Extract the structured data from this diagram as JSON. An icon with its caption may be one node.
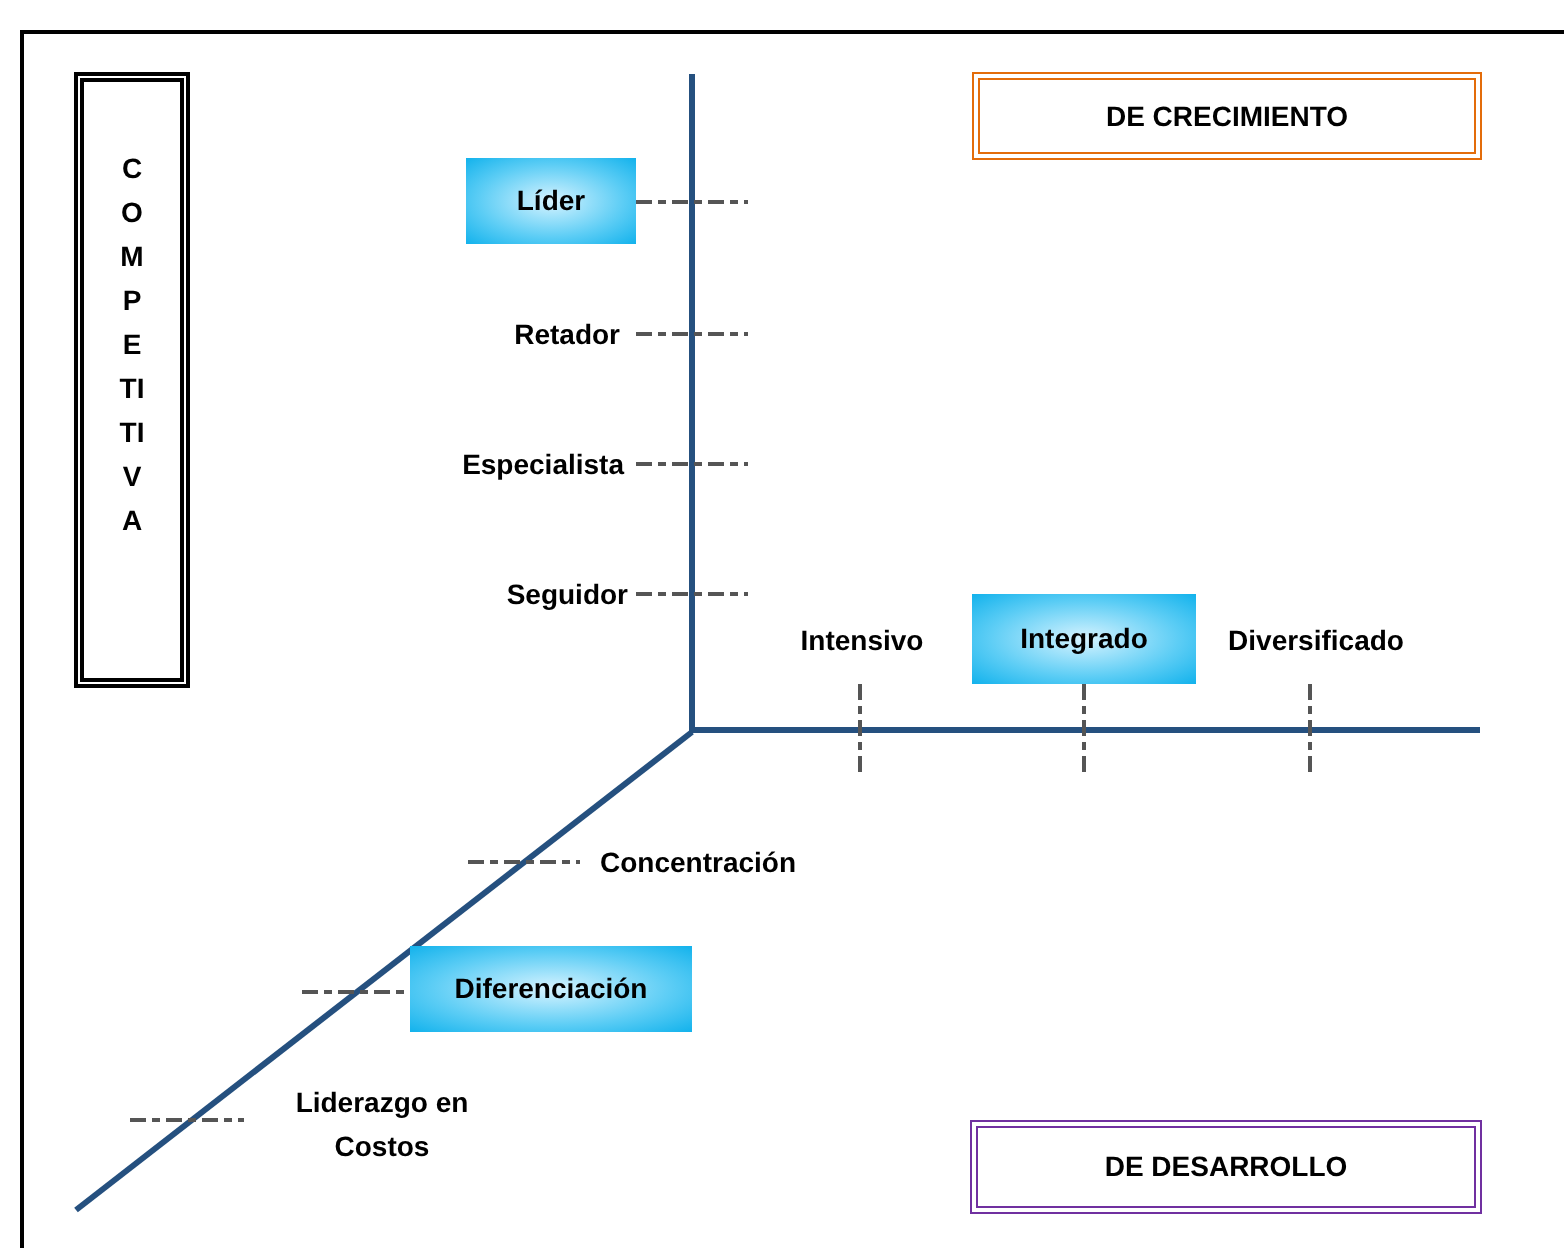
{
  "diagram": {
    "nodes": [
      {
        "text": [
          "COMPETITIVA"
        ]
      },
      {
        "text": [
          "DE CRECIMIENTO"
        ]
      },
      {
        "text": [
          "Líder"
        ]
      },
      {
        "text": [
          "Retador"
        ]
      },
      {
        "text": [
          "Especialista"
        ]
      },
      {
        "text": [
          "Seguidor"
        ]
      },
      {
        "text": [
          "Intensivo"
        ]
      },
      {
        "text": [
          "Integrado"
        ]
      },
      {
        "text": [
          "Diversificado"
        ]
      },
      {
        "text": [
          "Concentración"
        ]
      },
      {
        "text": [
          "Diferenciación"
        ]
      },
      {
        "text": [
          "Liderazgo en Costos"
        ]
      },
      {
        "text": [
          "DE DESARROLLO"
        ]
      }
    ]
  }
}
